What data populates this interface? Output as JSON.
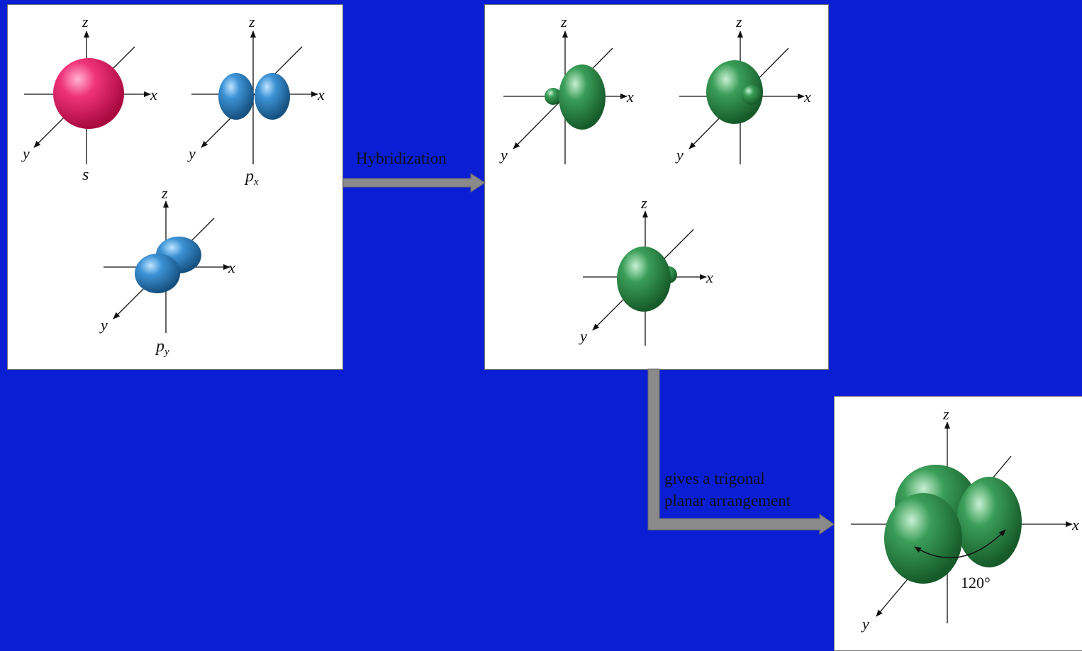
{
  "diagram": {
    "atomic_orbitals": [
      {
        "name": "s"
      },
      {
        "name": "p",
        "sub": "x"
      },
      {
        "name": "p",
        "sub": "y"
      }
    ],
    "axis_labels": {
      "x": "x",
      "y": "y",
      "z": "z"
    },
    "step1_label": "Hybridization",
    "step2_label_line1": "gives a trigonal",
    "step2_label_line2": "planar arrangement",
    "angle_label": "120°",
    "colors": {
      "background": "#0a1fd4",
      "s_orbital": "#e0185c",
      "p_orbital": "#2e7fc4",
      "hybrid_orbital": "#2e8b4a",
      "arrow": "#8a8a8a"
    }
  }
}
